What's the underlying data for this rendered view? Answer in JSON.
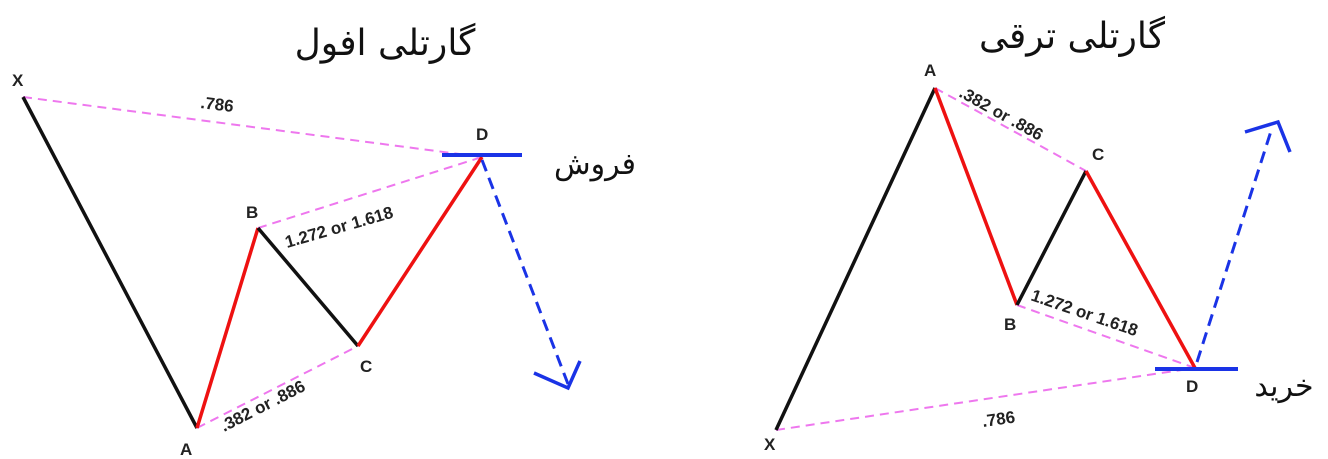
{
  "bearish": {
    "title": "گارتلی افول",
    "action": "فروش",
    "points": {
      "X": "X",
      "A": "A",
      "B": "B",
      "C": "C",
      "D": "D"
    },
    "ratios": {
      "xa": ".786",
      "ab": "1.272 or 1.618",
      "ac": ".382 or .886"
    }
  },
  "bullish": {
    "title": "گارتلی ترقی",
    "action": "خرید",
    "points": {
      "X": "X",
      "A": "A",
      "B": "B",
      "C": "C",
      "D": "D"
    },
    "ratios": {
      "ac": ".382 or .886",
      "bd": "1.272 or 1.618",
      "xd": ".786"
    }
  },
  "colors": {
    "leg_black": "#111111",
    "leg_red": "#ee1111",
    "ratio_line": "#ee77ee",
    "target_line": "#1a33e6"
  }
}
